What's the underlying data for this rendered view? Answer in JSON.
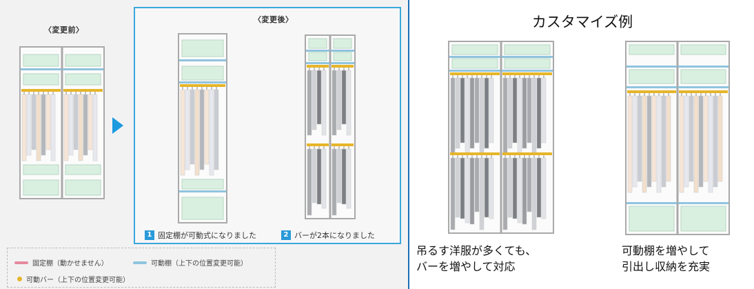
{
  "left": {
    "before_heading": "〈変更前〉",
    "after_heading": "〈変更後〉",
    "notes": [
      {
        "num": "1",
        "text": "固定棚が可動式になりました"
      },
      {
        "num": "2",
        "text": "バーが2本になりました"
      }
    ],
    "legend": {
      "fixed": "固定棚（動かせません）",
      "movable": "可動棚（上下の位置変更可能）",
      "bar": "可動バー（上下の位置変更可能）"
    }
  },
  "right": {
    "title": "カスタマイズ例",
    "caption1": [
      "吊るす洋服が多くても、",
      "バーを増やして対応"
    ],
    "caption2": [
      "可動棚を増やして",
      "引出し収納を充実"
    ]
  },
  "colors": {
    "frame": "#a9a9a9",
    "box_fill": "#d9f0e1",
    "movable_shelf": "#8fc4df",
    "fixed_shelf": "#e58a9d",
    "bar": "#e6b52a",
    "accent": "#1b9ae0",
    "divider": "#1b6db5"
  },
  "icons": {
    "arrow": "arrow-right-icon"
  }
}
